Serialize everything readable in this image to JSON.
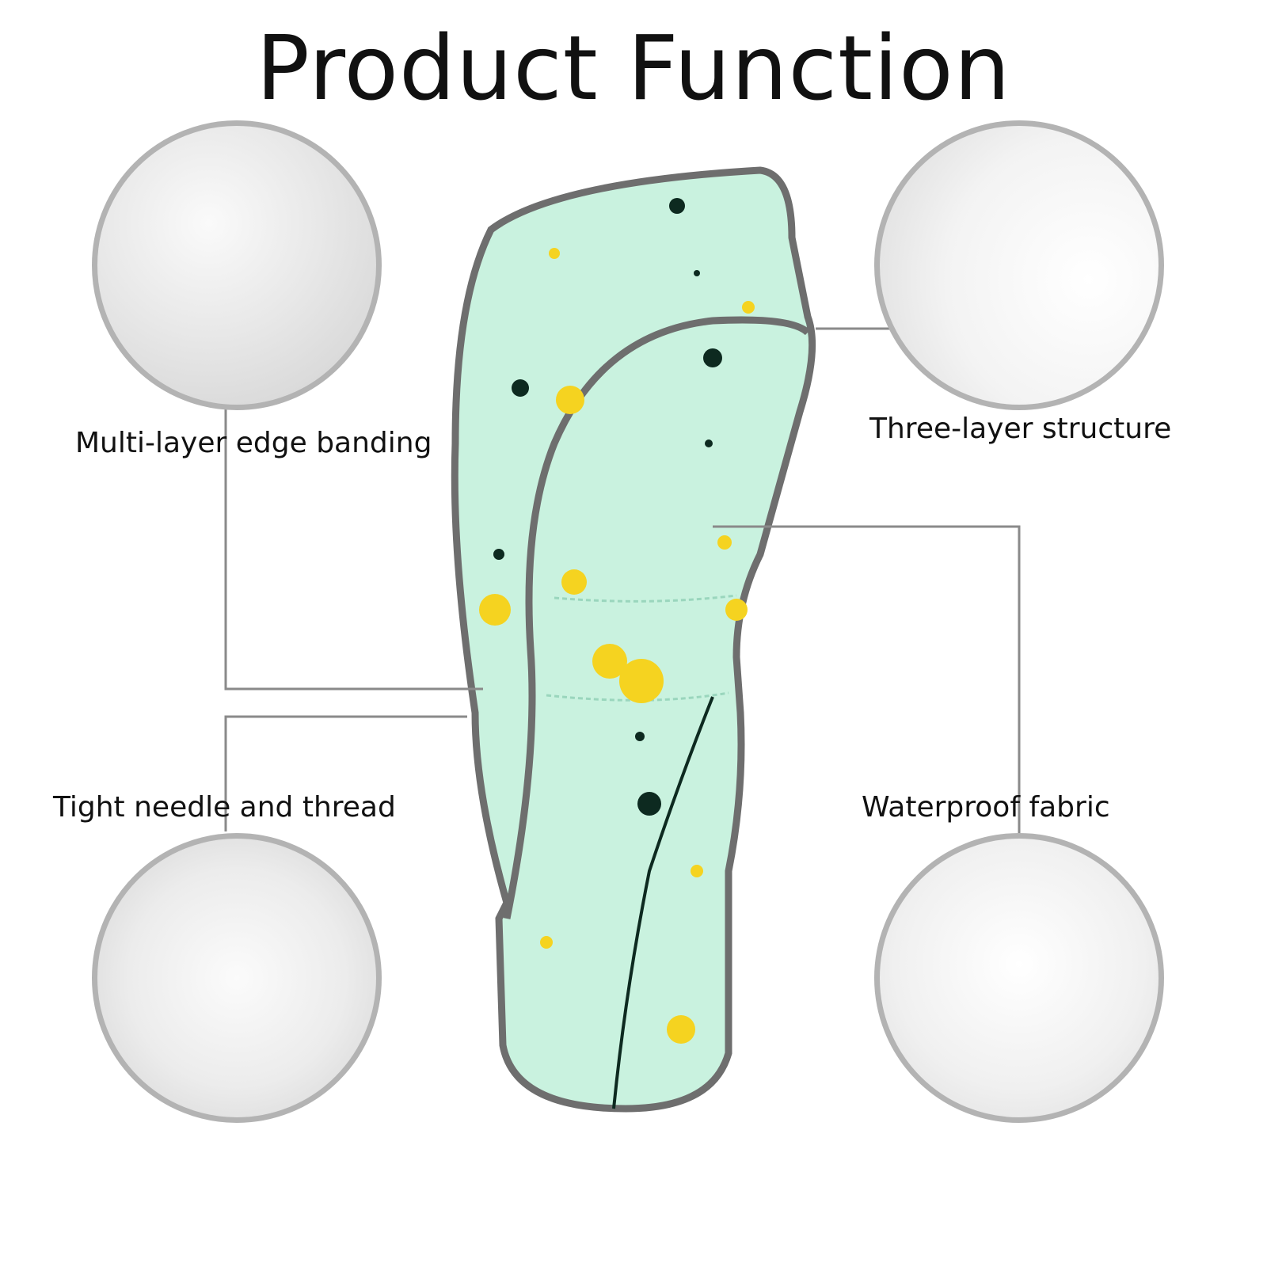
{
  "title": "Product Function",
  "features": [
    {
      "label": "Multi-layer edge banding"
    },
    {
      "label": "Three-layer structure"
    },
    {
      "label": "Tight needle and thread"
    },
    {
      "label": "Waterproof fabric"
    }
  ],
  "colors": {
    "fabric": "#c9f2df",
    "piping": "#6e6e6e",
    "splash_yellow": "#f5d320",
    "splash_black": "#0d2a20",
    "leader_line": "#8a8a8a"
  }
}
